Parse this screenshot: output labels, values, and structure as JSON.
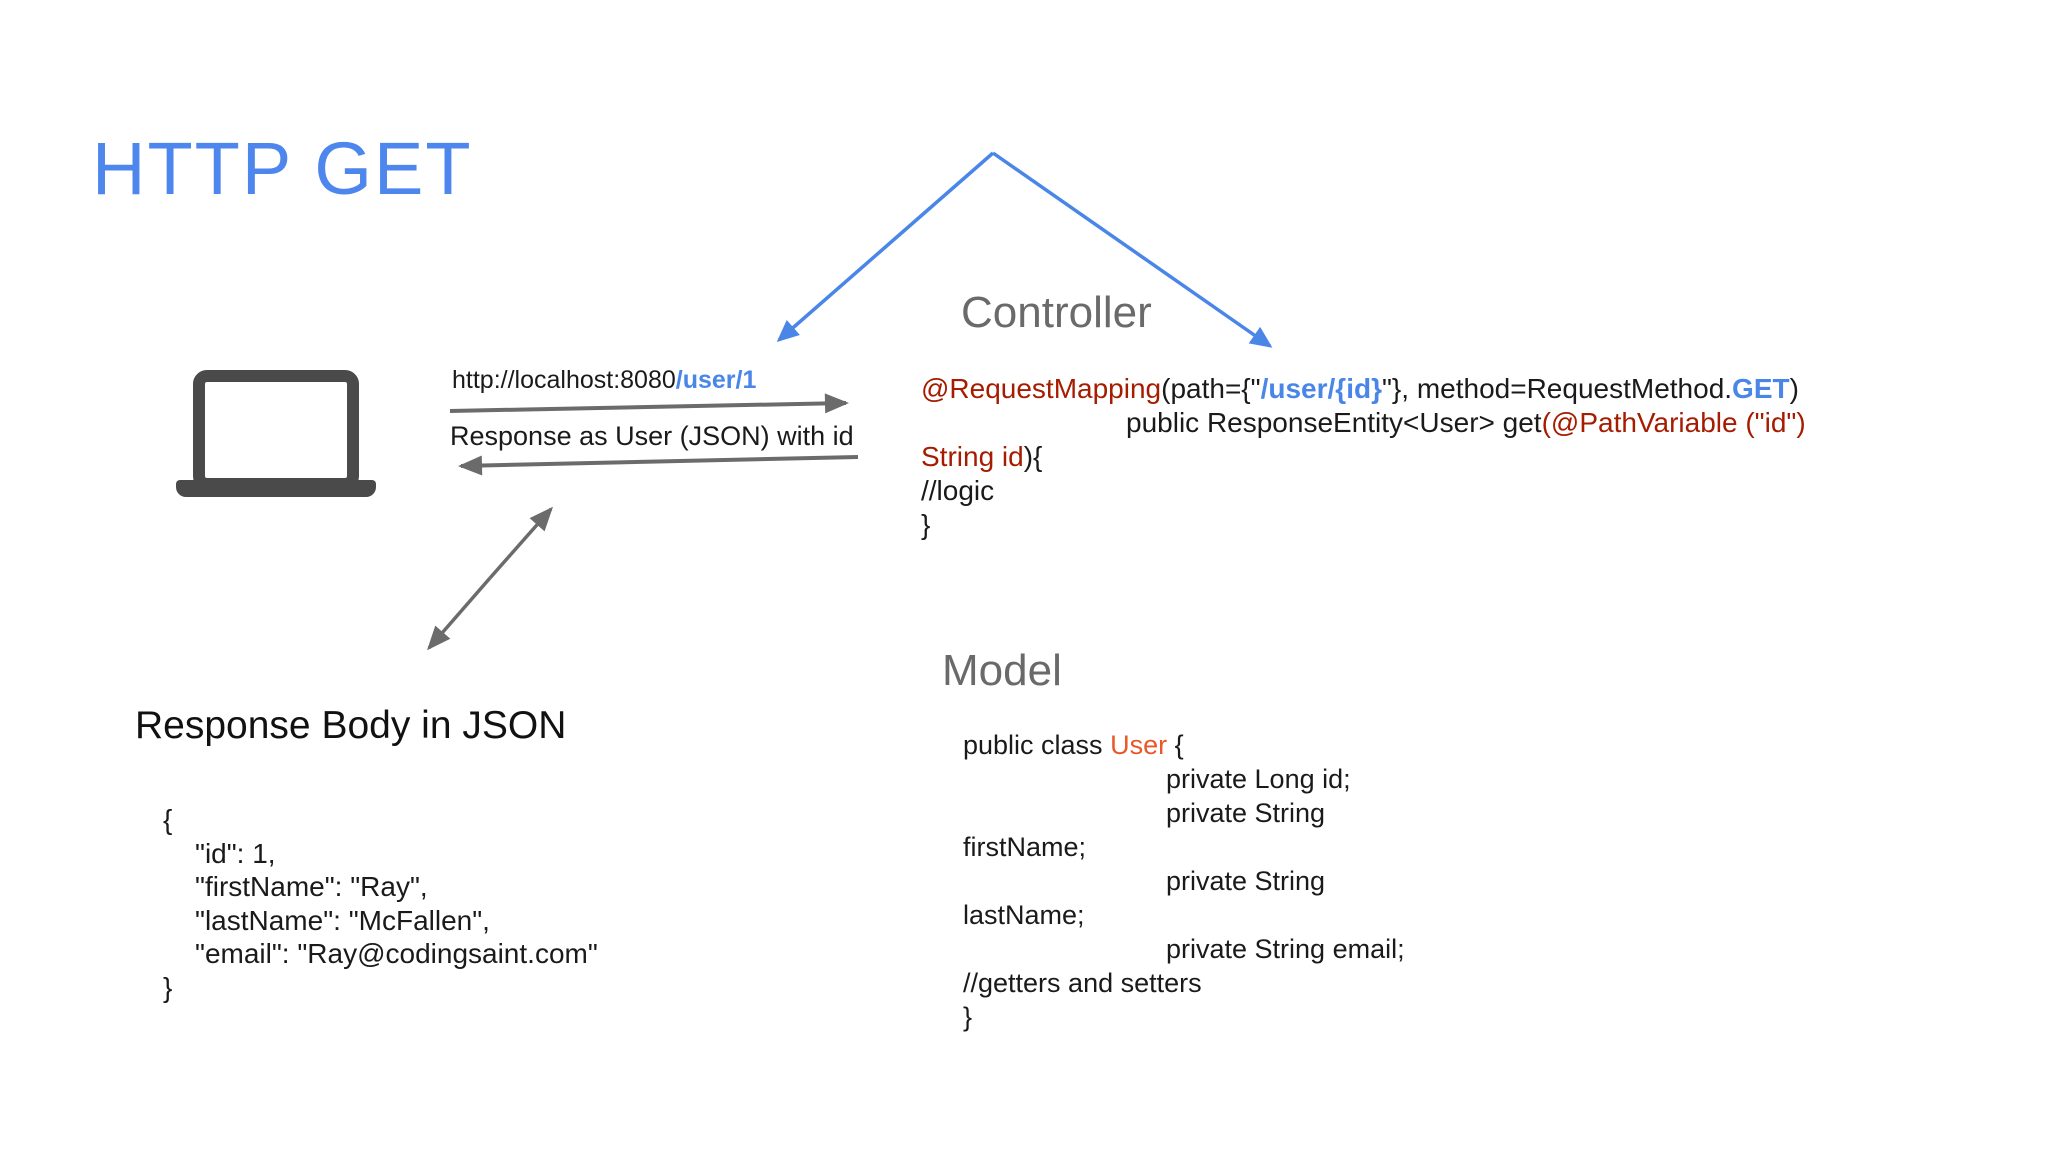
{
  "slide": {
    "title": "HTTP GET",
    "colors": {
      "accent_blue": "#4a86e8",
      "title_blue": "#4d86ec",
      "code_red": "#a61c00",
      "code_orange": "#e8582a",
      "heading_gray": "#6a6a6a",
      "arrow_gray": "#6b6b6b",
      "laptop_gray": "#4a4a4a"
    },
    "icons": {
      "client": "laptop-icon",
      "request": "right-arrow-icon",
      "response": "left-arrow-icon",
      "json_link": "double-arrow-icon",
      "pointer": "blue-v-arrows-icon"
    },
    "exchange": {
      "request_url_base": "http://localhost:8080",
      "request_url_path": "/user/1",
      "response_label": "Response as User (JSON) with id"
    },
    "controller": {
      "heading": "Controller",
      "line1_annotation": "@RequestMapping",
      "line1_mid1": "(path={\"",
      "line1_path": "/user/{id}",
      "line1_mid2": "\"}, method=RequestMethod.",
      "line1_method": "GET",
      "line1_end": ")",
      "line2_code": "public ResponseEntity<User> get",
      "line2_annotation": "(@PathVariable (\"id\")",
      "line3_param": "String id",
      "line3_end": "){",
      "line4": "//logic",
      "line5": "}"
    },
    "model": {
      "heading": "Model",
      "line1_a": "public class ",
      "line1_class": "User",
      "line1_b": " {",
      "line2": "private Long id;",
      "line3": "private String",
      "line4": "firstName;",
      "line5": "private String",
      "line6": "lastName;",
      "line7": "private String email;",
      "line8": "//getters and setters",
      "line9": "}"
    },
    "response_body": {
      "heading": "Response Body in JSON",
      "open_brace": "{",
      "line_id": "\"id\": 1,",
      "line_first_name": "\"firstName\": \"Ray\",",
      "line_last_name": "\"lastName\": \"McFallen\",",
      "line_email": "\"email\": \"Ray@codingsaint.com\"",
      "close_brace": "}"
    }
  }
}
